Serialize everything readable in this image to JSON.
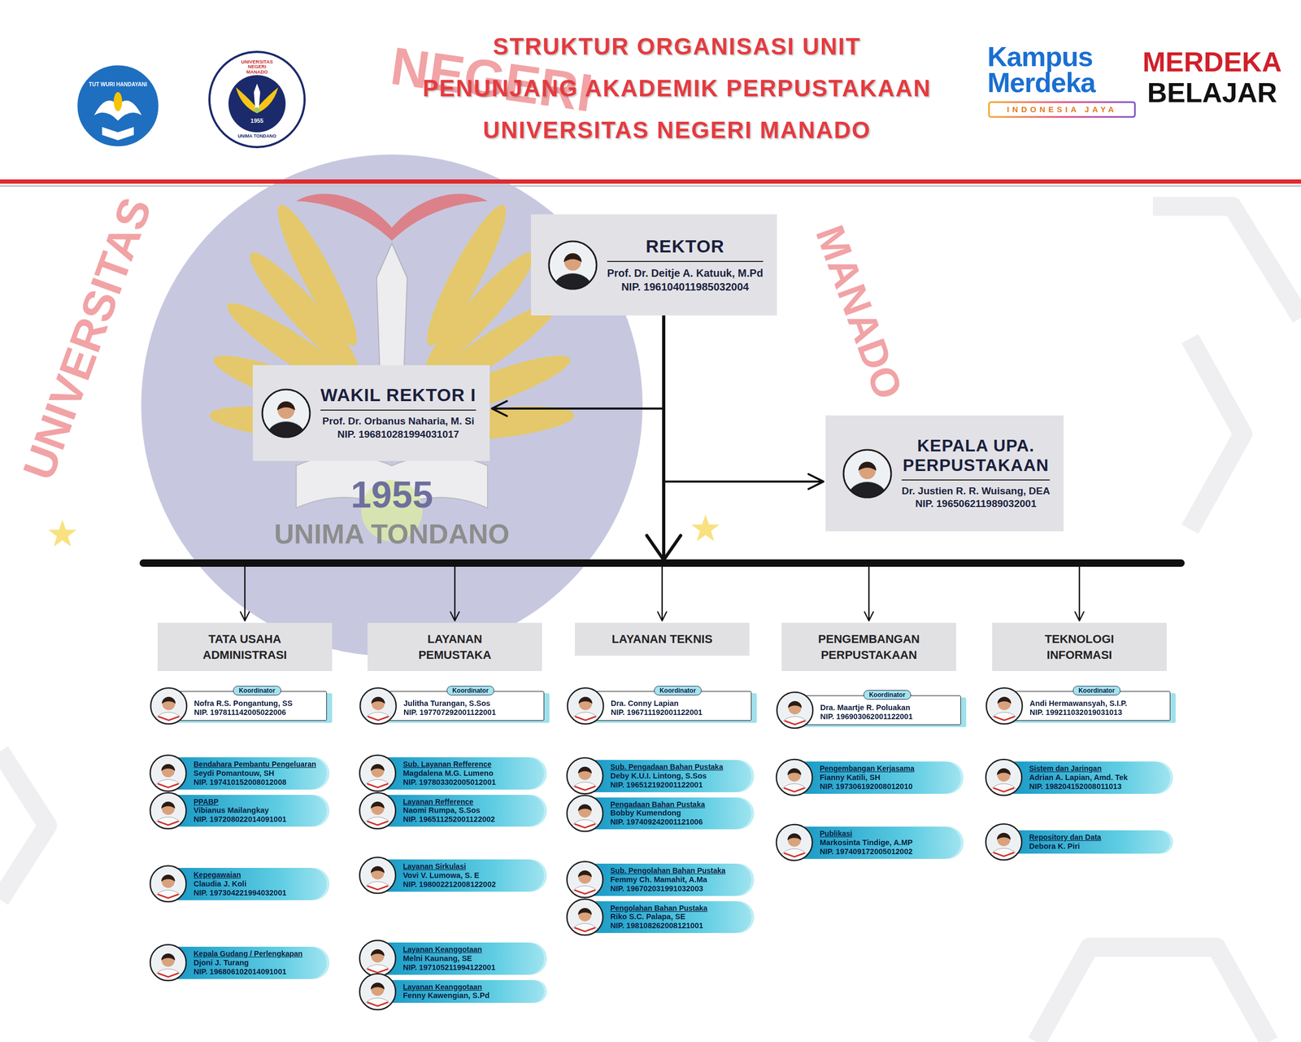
{
  "diagram": {
    "title": "STRUKTUR ORGANISASI UNIT PENUNJANG AKADEMIK PERPUSTAKAAN UNIVERSITAS NEGERI MANADO",
    "nodes": [
      {
        "text": [
          "REKTOR",
          "Prof. Dr. Deitje A. Katuuk, M.Pd",
          "NIP. 196104011985032004"
        ]
      },
      {
        "text": [
          "WAKIL REKTOR I",
          "Prof. Dr. Orbanus Naharia, M. Si",
          "NIP. 196810281994031017"
        ]
      },
      {
        "text": [
          "KEPALA UPA. PERPUSTAKAAN",
          "Dr. Justien R. R. Wuisang, DEA",
          "NIP. 196506211989032001"
        ]
      },
      {
        "text": [
          "TATA USAHA ADMINISTRASI"
        ]
      },
      {
        "text": [
          "LAYANAN PEMUSTAKA"
        ]
      },
      {
        "text": [
          "LAYANAN TEKNIS"
        ]
      },
      {
        "text": [
          "PENGEMBANGAN PERPUSTAKAAN"
        ]
      },
      {
        "text": [
          "TEKNOLOGI INFORMASI"
        ]
      },
      {
        "text": [
          "Koordinator",
          "Nofra R.S. Pongantung, SS",
          "NIP. 197811142005022006"
        ]
      },
      {
        "text": [
          "Bendahara Pembantu Pengeluaran",
          "Seydi Pomantouw, SH",
          "NIP. 197410152008012008"
        ]
      },
      {
        "text": [
          "PPABP",
          "Vibianus Mailangkay",
          "NIP. 197208022014091001"
        ]
      },
      {
        "text": [
          "Kepegawaian",
          "Claudia J. Koli",
          "NIP. 197304221994032001"
        ]
      },
      {
        "text": [
          "Kepala Gudang / Perlengkapan",
          "Djoni J. Turang",
          "NIP. 196806102014091001"
        ]
      },
      {
        "text": [
          "Koordinator",
          "Julitha Turangan, S.Sos",
          "NIP. 197707292001122001"
        ]
      },
      {
        "text": [
          "Sub. Layanan Refference",
          "Magdalena M.G. Lumeno",
          "NIP. 197803302005012001"
        ]
      },
      {
        "text": [
          "Layanan Refference",
          "Naomi Rumpa, S.Sos",
          "NIP. 196511252001122002"
        ]
      },
      {
        "text": [
          "Layanan Sirkulasi",
          "Vovi V. Lumowa, S. E",
          "NIP. 198002212008122002"
        ]
      },
      {
        "text": [
          "Layanan Keanggotaan",
          "Melni Kaunang, SE",
          "NIP. 197105211994122001"
        ]
      },
      {
        "text": [
          "Layanan Keanggotaan",
          "Fenny Kawengian, S.Pd"
        ]
      },
      {
        "text": [
          "Koordinator",
          "Dra. Conny Lapian",
          "NIP. 196711192001122001"
        ]
      },
      {
        "text": [
          "Sub. Pengadaan Bahan Pustaka",
          "Deby K.U.I. Lintong, S.Sos",
          "NIP. 196512192001122001"
        ]
      },
      {
        "text": [
          "Pengadaan Bahan Pustaka",
          "Bobby Kumendong",
          "NIP. 197409242001121006"
        ]
      },
      {
        "text": [
          "Sub. Pengolahan Bahan Pustaka",
          "Femmy Ch. Mamahit, A.Ma",
          "NIP. 196702031991032003"
        ]
      },
      {
        "text": [
          "Pengolahan Bahan Pustaka",
          "Riko S.C. Palapa, SE",
          "NIP. 198108262008121001"
        ]
      },
      {
        "text": [
          "Koordinator",
          "Dra. Maartje R. Poluakan",
          "NIP. 196903062001122001"
        ]
      },
      {
        "text": [
          "Pengembangan Kerjasama",
          "Fianny Katili, SH",
          "NIP. 197306192008012010"
        ]
      },
      {
        "text": [
          "Publikasi",
          "Markosinta Tindige, A.MP",
          "NIP. 197409172005012002"
        ]
      },
      {
        "text": [
          "Koordinator",
          "Andi Hermawansyah, S.I.P.",
          "NIP. 199211032019031013"
        ]
      },
      {
        "text": [
          "Sistem dan Jaringan",
          "Adrian A. Lapian, Amd. Tek",
          "NIP. 198204152008011013"
        ]
      },
      {
        "text": [
          "Repository dan Data",
          "Debora K. Piri"
        ]
      }
    ],
    "edges": [
      {
        "from": 0,
        "to": 1,
        "arrow": "to"
      },
      {
        "from": 0,
        "to": 2,
        "arrow": "to"
      },
      {
        "from": 0,
        "to": 3,
        "arrow": "to"
      },
      {
        "from": 0,
        "to": 4,
        "arrow": "to"
      },
      {
        "from": 0,
        "to": 5,
        "arrow": "to"
      },
      {
        "from": 0,
        "to": 6,
        "arrow": "to"
      },
      {
        "from": 0,
        "to": 7,
        "arrow": "to"
      }
    ],
    "labels": [
      "TUT WURI HANDAYANI",
      "UNIVERSITAS NEGERI MANADO",
      "1955",
      "UNIMA TONDANO",
      "Kampus Merdeka",
      "INDONESIA JAYA",
      "MERDEKA",
      "BELAJAR",
      "UNIVERSITAS",
      "NEGERI",
      "MANADO",
      "1955",
      "UNIMA TONDANO"
    ]
  }
}
